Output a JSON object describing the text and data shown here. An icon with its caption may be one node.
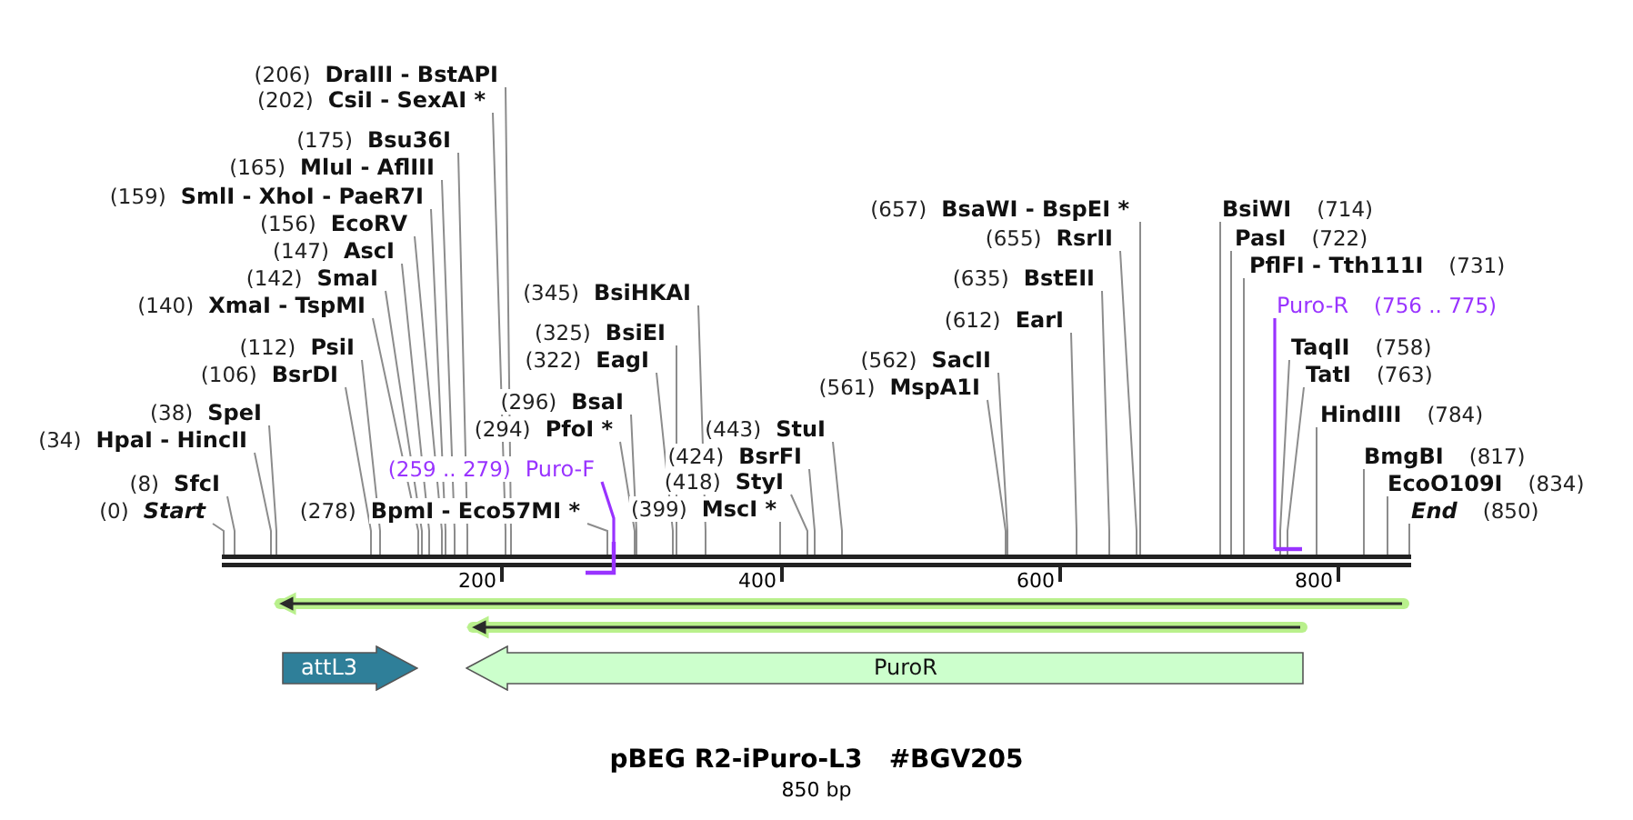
{
  "diagram": {
    "title": "pBEG R2-iPuro-L3   #BGV205",
    "caption": "850 bp",
    "nodes": [
      {
        "text": [
          "(206)",
          "DraIII - BstAPI"
        ]
      },
      {
        "text": [
          "(202)",
          "CsiI - SexAI *"
        ]
      },
      {
        "text": [
          "(175)",
          "Bsu36I"
        ]
      },
      {
        "text": [
          "(165)",
          "MluI - AflIII"
        ]
      },
      {
        "text": [
          "(159)",
          "SmlI - XhoI - PaeR7I"
        ]
      },
      {
        "text": [
          "(156)",
          "EcoRV"
        ]
      },
      {
        "text": [
          "(147)",
          "AscI"
        ]
      },
      {
        "text": [
          "(142)",
          "SmaI"
        ]
      },
      {
        "text": [
          "(140)",
          "XmaI - TspMI"
        ]
      },
      {
        "text": [
          "(112)",
          "PsiI"
        ]
      },
      {
        "text": [
          "(106)",
          "BsrDI"
        ]
      },
      {
        "text": [
          "(38)",
          "SpeI"
        ]
      },
      {
        "text": [
          "(34)",
          "HpaI - HincII"
        ]
      },
      {
        "text": [
          "(8)",
          "SfcI"
        ]
      },
      {
        "text": [
          "(0)",
          "Start"
        ]
      },
      {
        "text": [
          "(259 .. 279)",
          "Puro-F"
        ]
      },
      {
        "text": [
          "(278)",
          "BpmI - Eco57MI *"
        ]
      },
      {
        "text": [
          "(345)",
          "BsiHKAI"
        ]
      },
      {
        "text": [
          "(325)",
          "BsiEI"
        ]
      },
      {
        "text": [
          "(322)",
          "EagI"
        ]
      },
      {
        "text": [
          "(296)",
          "BsaI"
        ]
      },
      {
        "text": [
          "(294)",
          "PfoI *"
        ]
      },
      {
        "text": [
          "(443)",
          "StuI"
        ]
      },
      {
        "text": [
          "(424)",
          "BsrFI"
        ]
      },
      {
        "text": [
          "(418)",
          "StyI"
        ]
      },
      {
        "text": [
          "(399)",
          "MscI *"
        ]
      },
      {
        "text": [
          "(657)",
          "BsaWI - BspEI *"
        ]
      },
      {
        "text": [
          "(655)",
          "RsrII"
        ]
      },
      {
        "text": [
          "(635)",
          "BstEII"
        ]
      },
      {
        "text": [
          "(612)",
          "EarI"
        ]
      },
      {
        "text": [
          "(562)",
          "SacII"
        ]
      },
      {
        "text": [
          "(561)",
          "MspA1I"
        ]
      },
      {
        "text": [
          "BsiWI",
          "(714)"
        ]
      },
      {
        "text": [
          "PasI",
          "(722)"
        ]
      },
      {
        "text": [
          "PflFI - Tth111I",
          "(731)"
        ]
      },
      {
        "text": [
          "Puro-R",
          "(756 .. 775)"
        ]
      },
      {
        "text": [
          "TaqII",
          "(758)"
        ]
      },
      {
        "text": [
          "TatI",
          "(763)"
        ]
      },
      {
        "text": [
          "HindIII",
          "(784)"
        ]
      },
      {
        "text": [
          "BmgBI",
          "(817)"
        ]
      },
      {
        "text": [
          "EcoO109I",
          "(834)"
        ]
      },
      {
        "text": [
          "End",
          "(850)"
        ]
      },
      {
        "text": [],
        "shape": "bar"
      },
      {
        "text": [],
        "shape": "bar"
      },
      {
        "text": [
          "attL3"
        ]
      },
      {
        "text": [
          "PuroR"
        ]
      },
      {
        "text": [],
        "shape": "bar"
      }
    ],
    "edges": [
      {
        "from": 0,
        "to": 46,
        "arrow": "none"
      },
      {
        "from": 1,
        "to": 46,
        "arrow": "none"
      },
      {
        "from": 2,
        "to": 46,
        "arrow": "none"
      },
      {
        "from": 3,
        "to": 46,
        "arrow": "none"
      },
      {
        "from": 4,
        "to": 46,
        "arrow": "none"
      },
      {
        "from": 5,
        "to": 46,
        "arrow": "none"
      },
      {
        "from": 6,
        "to": 46,
        "arrow": "none"
      },
      {
        "from": 7,
        "to": 46,
        "arrow": "none"
      },
      {
        "from": 8,
        "to": 46,
        "arrow": "none"
      },
      {
        "from": 9,
        "to": 46,
        "arrow": "none"
      },
      {
        "from": 10,
        "to": 46,
        "arrow": "none"
      },
      {
        "from": 11,
        "to": 46,
        "arrow": "none"
      },
      {
        "from": 12,
        "to": 46,
        "arrow": "none"
      },
      {
        "from": 13,
        "to": 46,
        "arrow": "none"
      },
      {
        "from": 14,
        "to": 46,
        "arrow": "none"
      },
      {
        "from": 15,
        "to": 42,
        "arrow": "none",
        "color": "#9933ff"
      },
      {
        "from": 16,
        "to": 46,
        "arrow": "none"
      },
      {
        "from": 17,
        "to": 46,
        "arrow": "none"
      },
      {
        "from": 18,
        "to": 46,
        "arrow": "none"
      },
      {
        "from": 19,
        "to": 46,
        "arrow": "none"
      },
      {
        "from": 20,
        "to": 46,
        "arrow": "none"
      },
      {
        "from": 21,
        "to": 46,
        "arrow": "none"
      },
      {
        "from": 22,
        "to": 46,
        "arrow": "none"
      },
      {
        "from": 23,
        "to": 46,
        "arrow": "none"
      },
      {
        "from": 24,
        "to": 46,
        "arrow": "none"
      },
      {
        "from": 25,
        "to": 46,
        "arrow": "none"
      },
      {
        "from": 26,
        "to": 46,
        "arrow": "none"
      },
      {
        "from": 27,
        "to": 46,
        "arrow": "none"
      },
      {
        "from": 28,
        "to": 46,
        "arrow": "none"
      },
      {
        "from": 29,
        "to": 46,
        "arrow": "none"
      },
      {
        "from": 30,
        "to": 46,
        "arrow": "none"
      },
      {
        "from": 31,
        "to": 46,
        "arrow": "none"
      },
      {
        "from": 32,
        "to": 46,
        "arrow": "none"
      },
      {
        "from": 33,
        "to": 46,
        "arrow": "none"
      },
      {
        "from": 34,
        "to": 46,
        "arrow": "none"
      },
      {
        "from": 35,
        "to": 43,
        "arrow": "none",
        "color": "#9933ff"
      },
      {
        "from": 36,
        "to": 46,
        "arrow": "none"
      },
      {
        "from": 37,
        "to": 46,
        "arrow": "none"
      },
      {
        "from": 38,
        "to": 46,
        "arrow": "none"
      },
      {
        "from": 39,
        "to": 46,
        "arrow": "none"
      },
      {
        "from": 40,
        "to": 46,
        "arrow": "none"
      },
      {
        "from": 41,
        "to": 46,
        "arrow": "none"
      }
    ],
    "labels": [
      "200",
      "400",
      "600",
      "800"
    ]
  }
}
